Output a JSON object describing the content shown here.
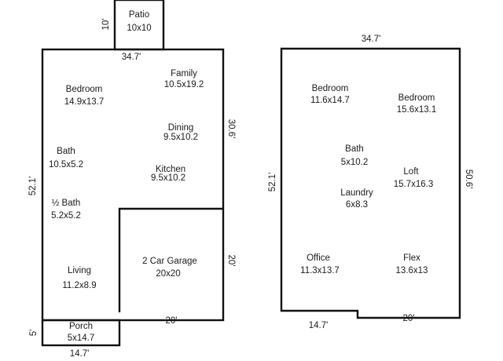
{
  "first_floor": {
    "rooms": [
      {
        "name": "Patio",
        "size": "10x10"
      },
      {
        "name": "Family",
        "size": "10.5x19.2"
      },
      {
        "name": "Bedroom",
        "size": "14.9x13.7"
      },
      {
        "name": "Dining",
        "size": "9.5x10.2"
      },
      {
        "name": "Bath",
        "size": "10.5x5.2"
      },
      {
        "name": "Kitchen",
        "size": "9.5x10.2"
      },
      {
        "name": "½ Bath",
        "size": "5.2x5.2"
      },
      {
        "name": "2 Car Garage",
        "size": "20x20"
      },
      {
        "name": "Living",
        "size": "11.2x8.9"
      },
      {
        "name": "Porch",
        "size": "5x14.7"
      }
    ],
    "dimensions": {
      "patio_depth": "10'",
      "top_width": "34.7'",
      "left_depth": "52.1'",
      "right_upper": "30.6'",
      "garage_depth": "20'",
      "garage_width": "20'",
      "porch_depth": "5'",
      "porch_width": "14.7'"
    }
  },
  "second_floor": {
    "rooms": [
      {
        "name": "Bedroom",
        "size": "11.6x14.7"
      },
      {
        "name": "Bedroom",
        "size": "15.6x13.1"
      },
      {
        "name": "Bath",
        "size": "5x10.2"
      },
      {
        "name": "Loft",
        "size": "15.7x16.3"
      },
      {
        "name": "Laundry",
        "size": "6x8.3"
      },
      {
        "name": "Office",
        "size": "11.3x13.7"
      },
      {
        "name": "Flex",
        "size": "13.6x13"
      }
    ],
    "dimensions": {
      "top_width": "34.7'",
      "left_depth": "52.1'",
      "right_depth": "50.6'",
      "bottom_left": "14.7'",
      "bottom_right": "20'"
    }
  }
}
